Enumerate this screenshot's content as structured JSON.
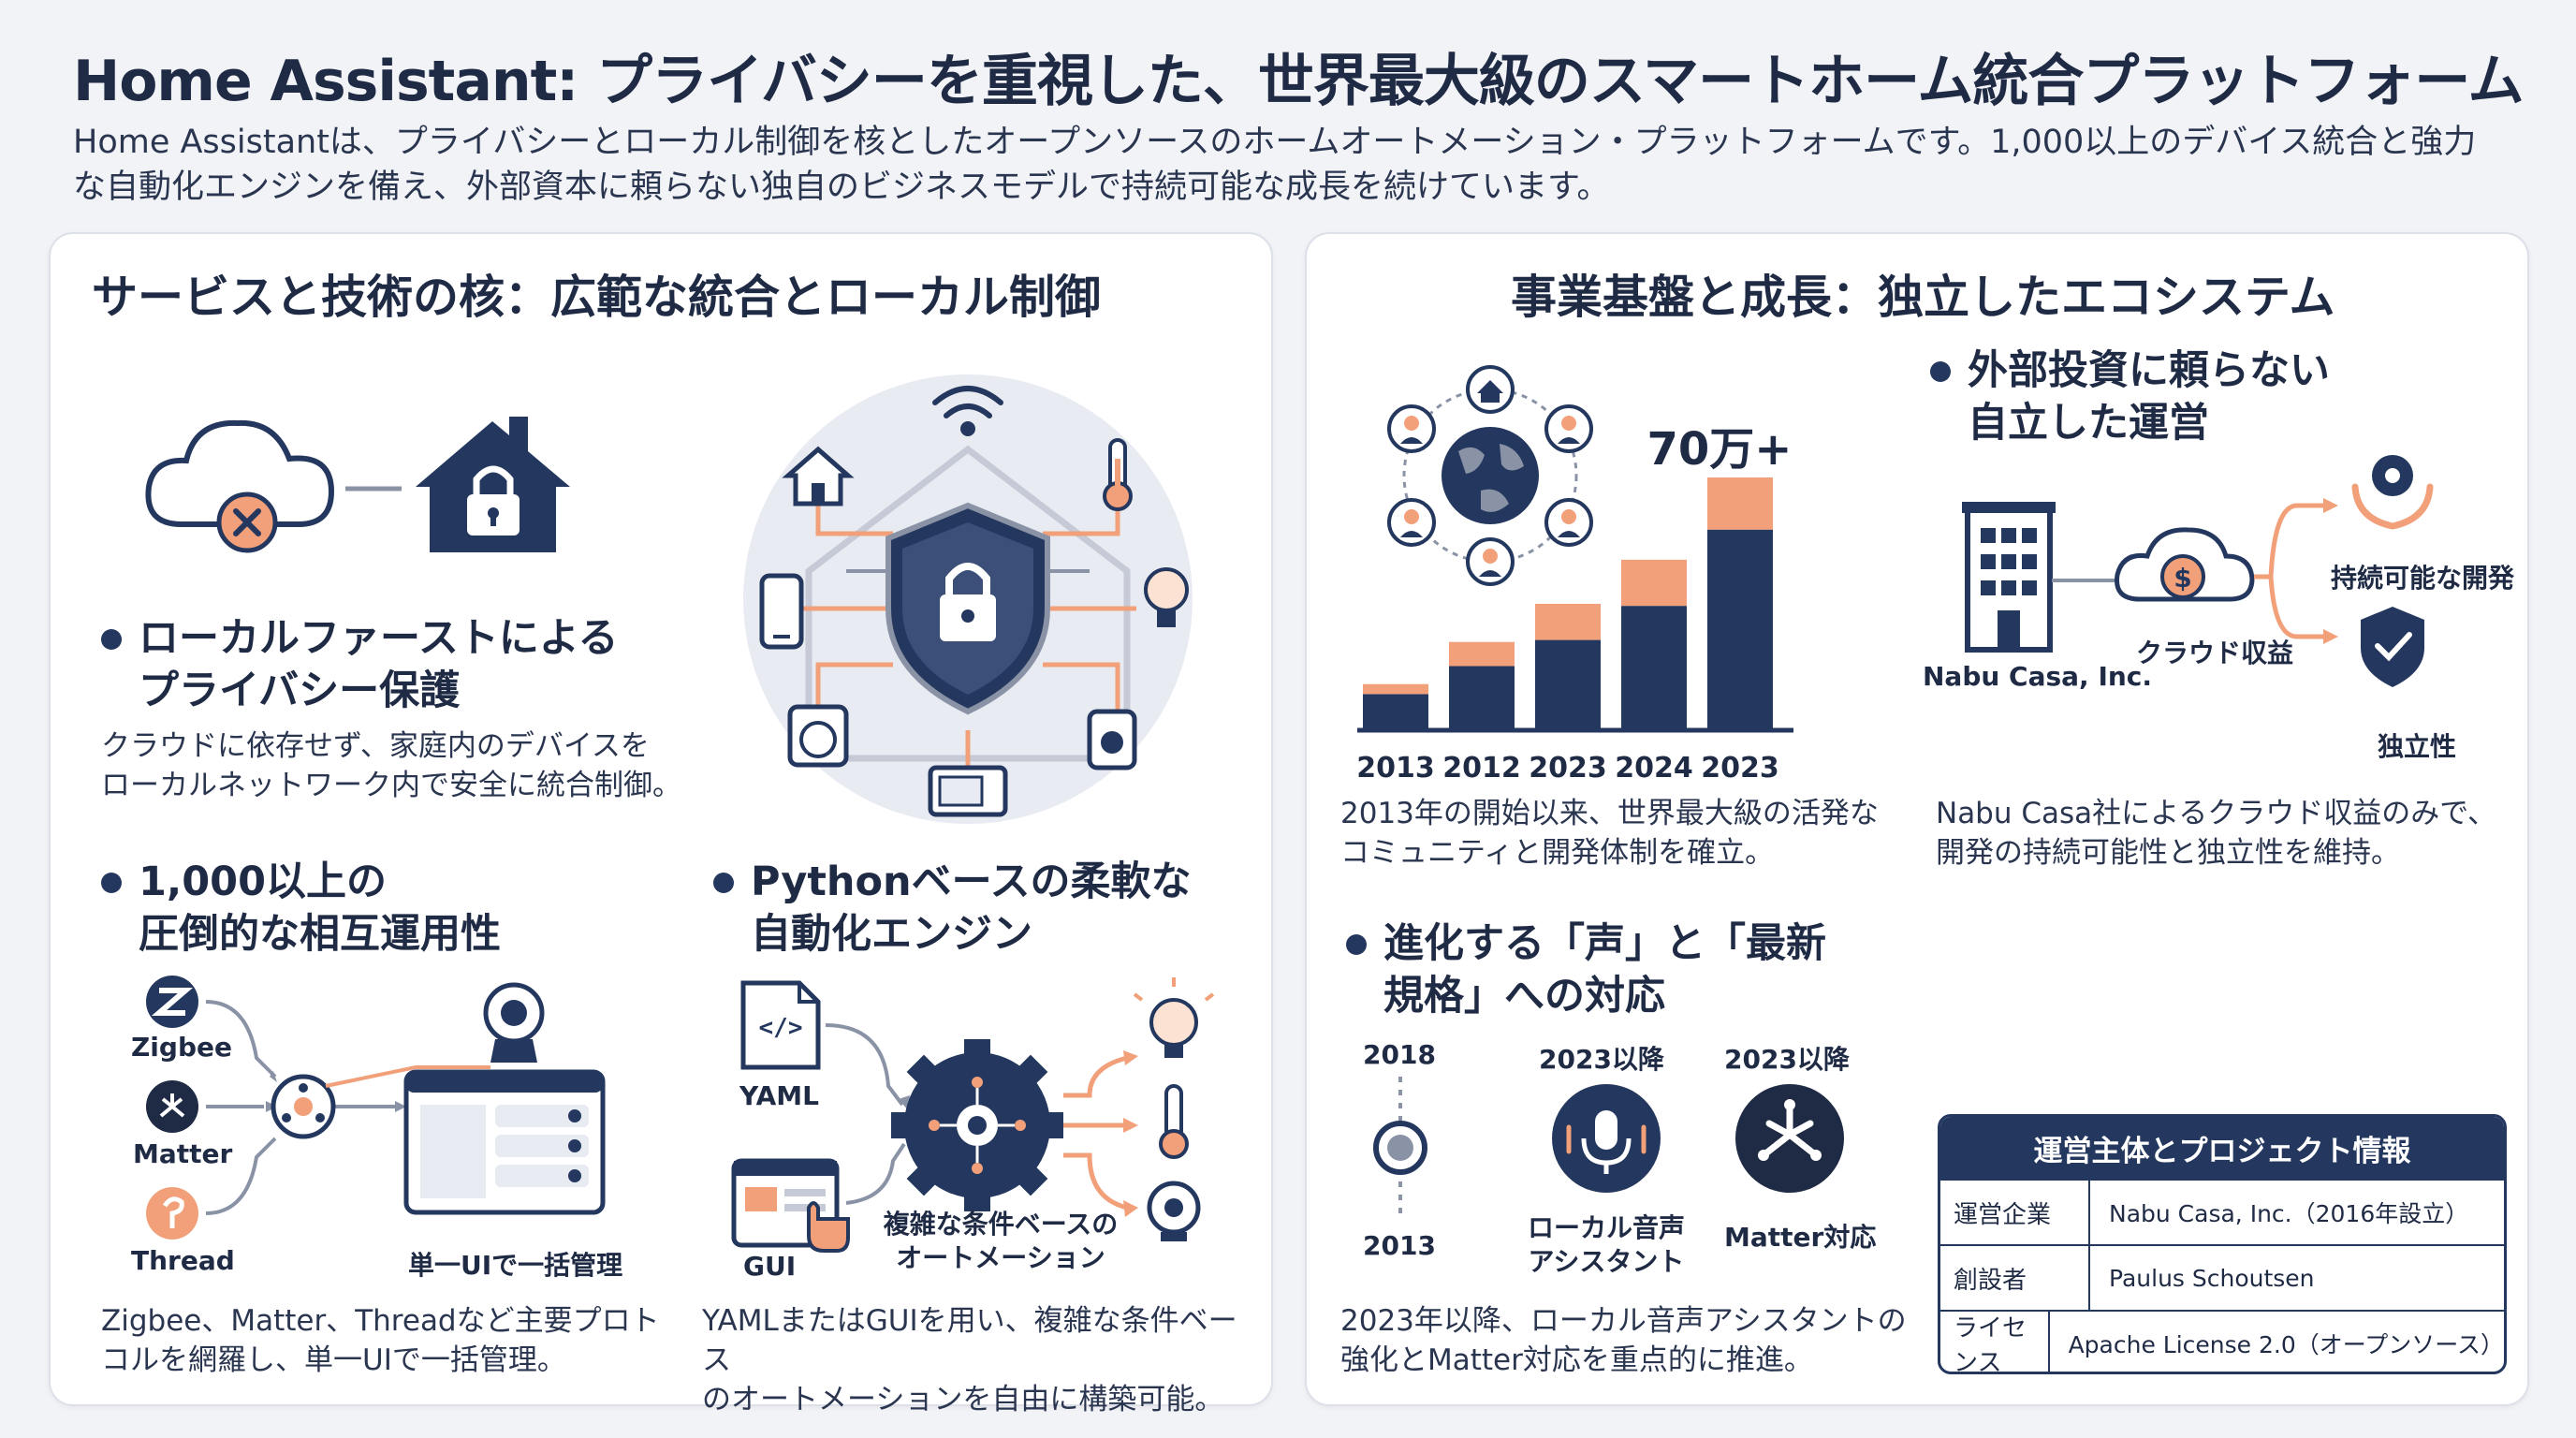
{
  "header": {
    "title": "Home Assistant: プライバシーを重視した、世界最大級のスマートホーム統合プラットフォーム",
    "subtitle": "Home Assistantは、プライバシーとローカル制御を核としたオープンソースのホームオートメーション・プラットフォームです。1,000以上のデバイス統合と強力な自動化エンジンを備え、外部資本に頼らない独自のビジネスモデルで持続可能な成長を続けています。"
  },
  "left_panel": {
    "title": "サービスと技術の核：広範な統合とローカル制御",
    "privacy": {
      "heading_line1": "ローカルファーストによる",
      "heading_line2": "プライバシー保護",
      "desc_line1": "クラウドに依存せず、家庭内のデバイスを",
      "desc_line2": "ローカルネットワーク内で安全に統合制御。"
    },
    "interop": {
      "heading_line1": "1,000以上の",
      "heading_line2": "圧倒的な相互運用性",
      "protocols": [
        "Zigbee",
        "Matter",
        "Thread"
      ],
      "ui_label": "単一UIで一括管理",
      "desc_line1": "Zigbee、Matter、Threadなど主要プロト",
      "desc_line2": "コルを網羅し、単一UIで一括管理。"
    },
    "automation": {
      "heading_line1": "Pythonベースの柔軟な",
      "heading_line2": "自動化エンジン",
      "yaml_label": "YAML",
      "yaml_glyph": "</>",
      "gui_label": "GUI",
      "engine_label_line1": "複雑な条件ベースの",
      "engine_label_line2": "オートメーション",
      "desc_line1": "YAMLまたはGUIを用い、複雑な条件ベース",
      "desc_line2": "のオートメーションを自由に構築可能。"
    }
  },
  "right_panel": {
    "title": "事業基盤と成長：独立したエコシステム",
    "growth": {
      "peak_label": "70万+",
      "desc_line1": "2013年の開始以来、世界最大級の活発な",
      "desc_line2": "コミュニティと開発体制を確立。"
    },
    "independent": {
      "heading_line1": "外部投資に頼らない",
      "heading_line2": "自立した運営",
      "company": "Nabu Casa, Inc.",
      "revenue_label": "クラウド収益",
      "sustain_label": "持続可能な開発",
      "independence_label": "独立性",
      "desc_line1": "Nabu Casa社によるクラウド収益のみで、",
      "desc_line2": "開発の持続可能性と独立性を維持。"
    },
    "evolution": {
      "heading_line1": "進化する「声」と「最新",
      "heading_line2": "規格」への対応",
      "milestones": [
        {
          "top": "2018",
          "bottom": "2013"
        },
        {
          "top": "2023以降",
          "bottom": "ローカル音声\nアシスタント"
        },
        {
          "top": "2023以降",
          "bottom": "Matter対応"
        }
      ],
      "desc_line1": "2023年以降、ローカル音声アシスタントの",
      "desc_line2": "強化とMatter対応を重点的に推進。"
    },
    "info_table": {
      "header": "運営主体とプロジェクト情報",
      "rows": [
        {
          "key": "運営企業",
          "value": "Nabu Casa, Inc.（2016年設立）"
        },
        {
          "key": "創設者",
          "value": "Paulus Schoutsen"
        },
        {
          "key": "ライセンス",
          "value": "Apache License 2.0（オープンソース）"
        }
      ]
    }
  },
  "colors": {
    "navy": "#24375e",
    "orange": "#f2a07a",
    "grey": "#8a93a6"
  },
  "chart_data": {
    "type": "bar",
    "categories": [
      "2013",
      "2012",
      "2023",
      "2024",
      "2023"
    ],
    "series": [
      {
        "values": [
          18,
          32,
          45,
          62,
          100
        ]
      },
      {
        "values": [
          5,
          12,
          18,
          23,
          26
        ]
      }
    ],
    "peak_annotation": "70万+",
    "ylim": [
      0,
      126
    ],
    "colors": [
      "#24375e",
      "#f2a07a"
    ],
    "grid": false
  }
}
